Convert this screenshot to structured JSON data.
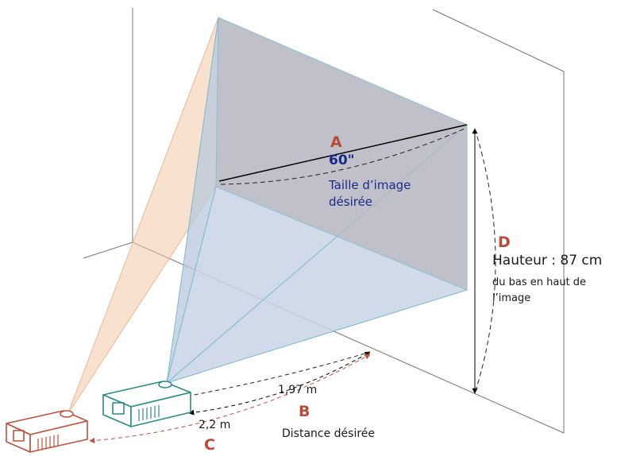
{
  "colors": {
    "accent_red": "#b84a3a",
    "label_blue": "#1a2a8a",
    "text_dark": "#1a1a1a",
    "screen_fill": "#b4b6c0",
    "beam_fill": "#c8d4e4",
    "projector_teal": "#2a8c84",
    "projector_red": "#c0503a"
  },
  "diagonal": {
    "letter": "A",
    "value": "60\"",
    "caption_line1": "Taille d’image",
    "caption_line2": "désirée"
  },
  "distance": {
    "letter": "B",
    "near_value": "1,97 m",
    "caption": "Distance désirée"
  },
  "far": {
    "letter": "C",
    "value": "2,2 m"
  },
  "height": {
    "letter": "D",
    "value": "Hauteur : 87 cm",
    "caption_line1": "du bas en haut de",
    "caption_line2": "l’image"
  }
}
